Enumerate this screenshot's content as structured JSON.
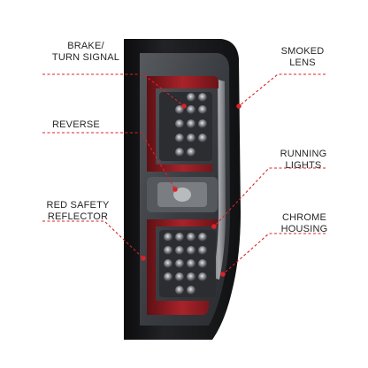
{
  "callouts": {
    "brake_turn": [
      "BRAKE/",
      "TURN SIGNAL"
    ],
    "reverse": [
      "REVERSE"
    ],
    "red_safety": [
      "RED SAFETY",
      "REFLECTOR"
    ],
    "smoked_lens": [
      "SMOKED",
      "LENS"
    ],
    "running_lights": [
      "RUNNING",
      "LIGHTS"
    ],
    "chrome_housing": [
      "CHROME",
      "HOUSING"
    ]
  },
  "colors": {
    "leader": "#d9232a",
    "label_text": "#262626",
    "housing_dark": "#1b1c1e",
    "lens_smoke": "#4a4d52",
    "red_bar": "#9e1f24",
    "chrome": "#b9bcc0"
  }
}
